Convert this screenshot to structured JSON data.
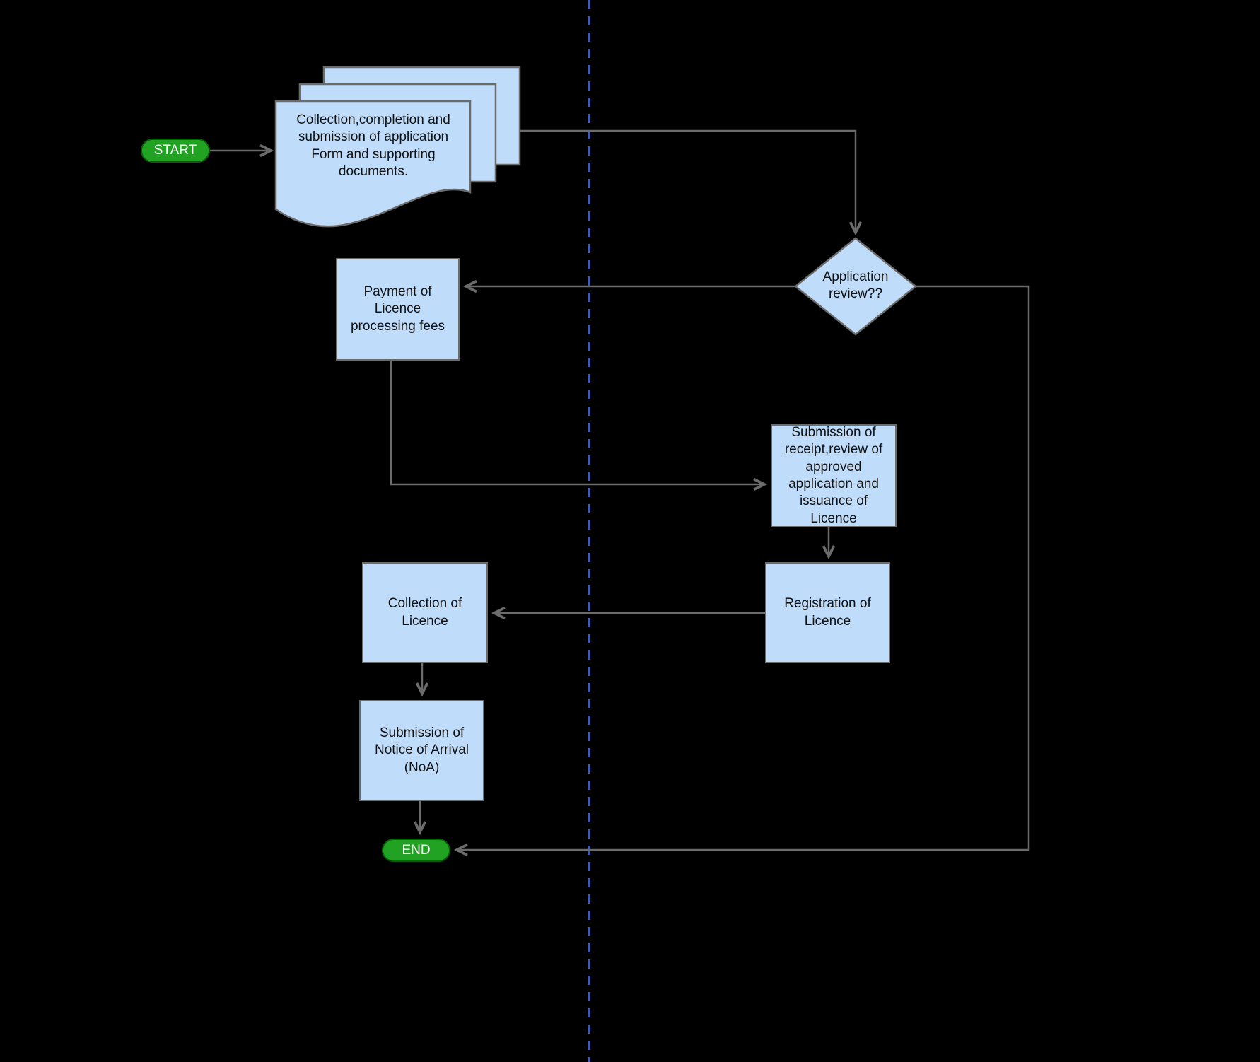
{
  "diagram": {
    "type": "flowchart",
    "colors": {
      "background": "#000000",
      "node_fill": "#bfdcfa",
      "node_border": "#6b6b6b",
      "connector": "#6b6b6b",
      "node_text": "#121212",
      "terminal_fill": "#22a222",
      "terminal_border": "#0a5f0a",
      "terminal_text": "#ffffff",
      "divider": "#3b5bc4"
    },
    "nodes": {
      "start": {
        "type": "terminal",
        "label": "START"
      },
      "application_documents": {
        "type": "document",
        "label": "Collection,completion and submission of application Form and supporting documents."
      },
      "application_review": {
        "type": "decision",
        "label": "Application review??"
      },
      "payment_fees": {
        "type": "process",
        "label": "Payment of Licence processing fees"
      },
      "submission_receipt": {
        "type": "process",
        "label": "Submission of receipt,review of approved application and issuance of Licence"
      },
      "registration_licence": {
        "type": "process",
        "label": "Registration of Licence"
      },
      "collection_licence": {
        "type": "process",
        "label": "Collection of Licence"
      },
      "notice_of_arrival": {
        "type": "process",
        "label": "Submission of Notice of Arrival (NoA)"
      },
      "end": {
        "type": "terminal",
        "label": "END"
      }
    },
    "connectors": [
      {
        "from": "start",
        "to": "application_documents"
      },
      {
        "from": "application_documents",
        "to": "application_review"
      },
      {
        "from": "application_review",
        "to": "payment_fees"
      },
      {
        "from": "payment_fees",
        "to": "submission_receipt"
      },
      {
        "from": "submission_receipt",
        "to": "registration_licence"
      },
      {
        "from": "registration_licence",
        "to": "collection_licence"
      },
      {
        "from": "collection_licence",
        "to": "notice_of_arrival"
      },
      {
        "from": "notice_of_arrival",
        "to": "end"
      },
      {
        "from": "application_review",
        "to": "end"
      }
    ]
  }
}
